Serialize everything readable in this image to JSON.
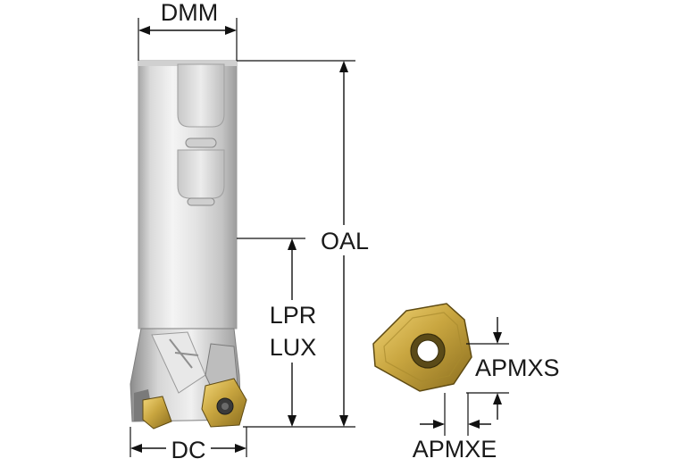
{
  "labels": {
    "dmm": "DMM",
    "oal": "OAL",
    "lpr": "LPR",
    "lux": "LUX",
    "dc": "DC",
    "apmxs": "APMXS",
    "apmxe": "APMXE"
  },
  "colors": {
    "shank_light": "#f2f2f2",
    "shank_mid": "#cfcfcf",
    "shank_dark": "#9a9a9a",
    "insert_gold": "#c9a640",
    "insert_dark": "#6e5a1c",
    "line": "#111111"
  }
}
